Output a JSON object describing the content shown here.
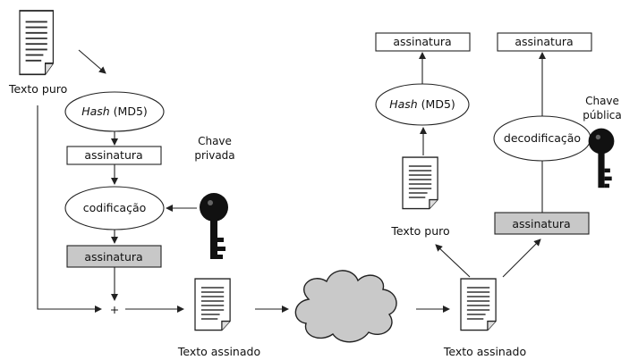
{
  "left": {
    "plain_text_label": "Texto puro",
    "hash_pre": "Hash",
    "hash_post": "(MD5)",
    "signature_label": "assinatura",
    "encode_label": "codificação",
    "private_key_line1": "Chave",
    "private_key_line2": "privada",
    "encrypted_signature_label": "assinatura",
    "plus_symbol": "+",
    "signed_text_label": "Texto assinado"
  },
  "right": {
    "signed_text_label": "Texto assinado",
    "plain_text_label": "Texto puro",
    "hash_pre": "Hash",
    "hash_post": "(MD5)",
    "hash_signature_label": "assinatura",
    "decode_label": "decodificação",
    "public_key_line1": "Chave",
    "public_key_line2": "pública",
    "decoded_signature_label": "assinatura",
    "encrypted_signature_label": "assinatura"
  },
  "colors": {
    "shaded_box": "#c8c8c8",
    "key": "#111111",
    "cloud": "#c9c9c9"
  }
}
